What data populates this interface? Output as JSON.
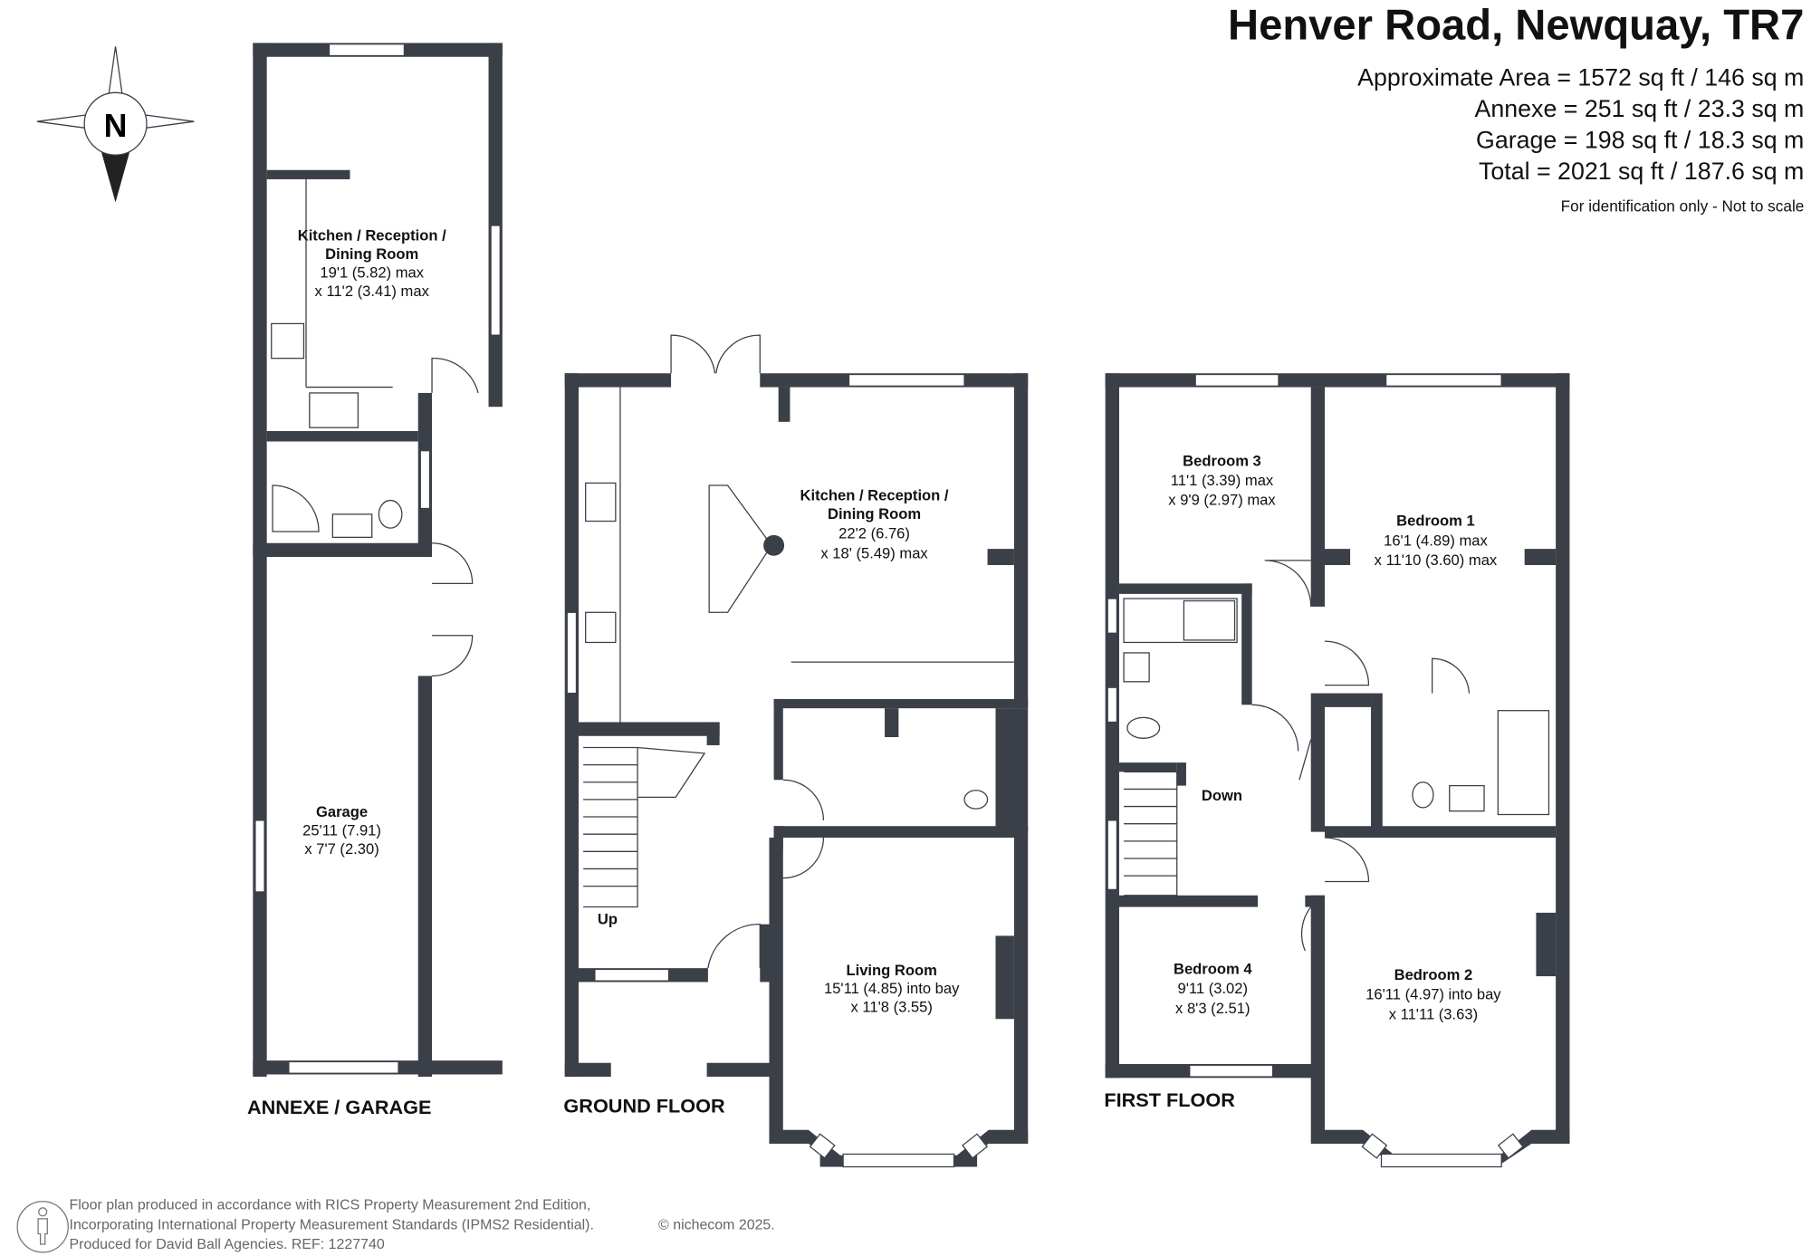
{
  "header": {
    "title": "Henver Road, Newquay, TR7",
    "areas": [
      "Approximate Area = 1572 sq ft / 146 sq m",
      "Annexe = 251 sq ft / 23.3 sq m",
      "Garage = 198 sq ft / 18.3 sq m",
      "Total = 2021 sq ft / 187.6 sq m"
    ],
    "disclaimer": "For identification only - Not to scale"
  },
  "compass": {
    "label": "N"
  },
  "colors": {
    "wall": "#3b3f48",
    "text": "#111111"
  },
  "annexe": {
    "label": "ANNEXE / GARAGE",
    "kitchen": {
      "name1": "Kitchen / Reception /",
      "name2": "Dining Room",
      "dim1": "19'1 (5.82) max",
      "dim2": "x 11'2 (3.41) max"
    },
    "garage": {
      "name": "Garage",
      "dim1": "25'11 (7.91)",
      "dim2": "x 7'7 (2.30)"
    }
  },
  "ground": {
    "label": "GROUND FLOOR",
    "kitchen": {
      "name1": "Kitchen / Reception /",
      "name2": "Dining Room",
      "dim1": "22'2 (6.76)",
      "dim2": "x 18' (5.49) max"
    },
    "living": {
      "name": "Living Room",
      "dim1": "15'11 (4.85) into bay",
      "dim2": "x 11'8 (3.55)"
    },
    "stairs": "Up"
  },
  "first": {
    "label": "FIRST FLOOR",
    "bed3": {
      "name": "Bedroom 3",
      "dim1": "11'1 (3.39) max",
      "dim2": "x 9'9 (2.97) max"
    },
    "bed1": {
      "name": "Bedroom 1",
      "dim1": "16'1 (4.89) max",
      "dim2": "x 11'10 (3.60) max"
    },
    "bed4": {
      "name": "Bedroom 4",
      "dim1": "9'11 (3.02)",
      "dim2": "x 8'3 (2.51)"
    },
    "bed2": {
      "name": "Bedroom 2",
      "dim1": "16'11 (4.97) into bay",
      "dim2": "x 11'11 (3.63)"
    },
    "stairs": "Down"
  },
  "footer": {
    "lines": [
      "Floor plan produced in accordance with RICS Property Measurement 2nd Edition,",
      "Incorporating International Property Measurement Standards (IPMS2 Residential).",
      "Produced for David Ball Agencies.   REF: 1227740"
    ],
    "copyright": "© nichecom 2025."
  }
}
